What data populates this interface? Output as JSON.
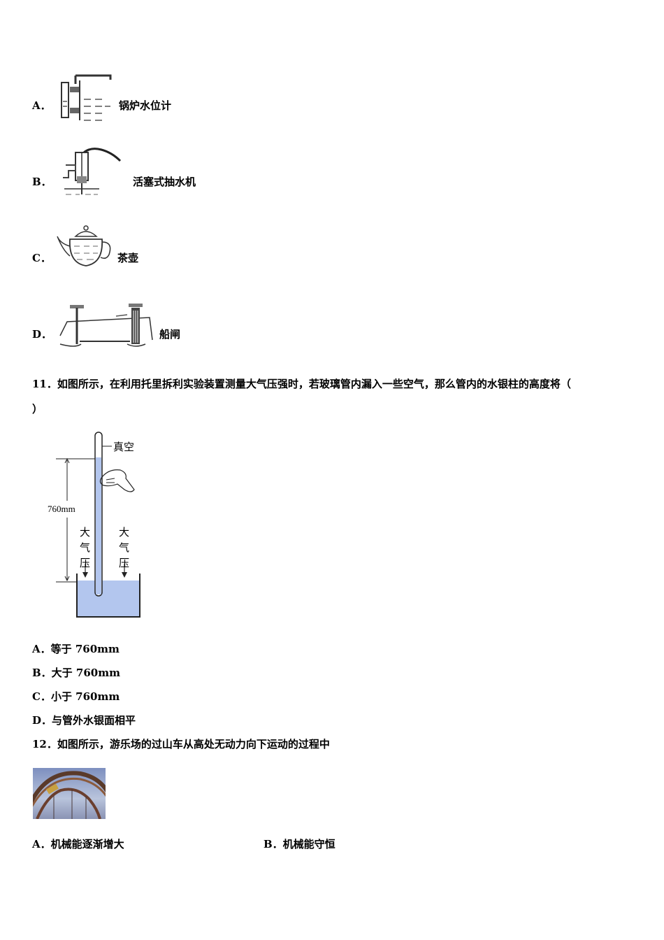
{
  "q10": {
    "options": [
      {
        "letter": "A．",
        "caption": "锅炉水位计",
        "icon": "boiler-gauge-figure"
      },
      {
        "letter": "B．",
        "caption": "活塞式抽水机",
        "icon": "piston-pump-figure"
      },
      {
        "letter": "C．",
        "caption": "茶壶",
        "icon": "teapot-figure"
      },
      {
        "letter": "D．",
        "caption": "船闸",
        "icon": "ship-lock-figure"
      }
    ]
  },
  "q11": {
    "line1": "11．如图所示，在利用托里拆利实验装置测量大气压强时，若玻璃管内漏入一些空气，那么管内的水银柱的高度将（",
    "line2": "）",
    "figure": {
      "vacuum": "真空",
      "height": "760mm",
      "atm_left": [
        "大",
        "气",
        "压"
      ],
      "atm_right": [
        "大",
        "气",
        "压"
      ]
    },
    "choices": [
      "A．等于 760mm",
      "B．大于 760mm",
      "C．小于 760mm",
      "D．与管外水银面相平"
    ]
  },
  "q12": {
    "stem": "12．如图所示，游乐场的过山车从高处无动力向下运动的过程中",
    "choices": [
      "A．机械能逐渐增大",
      "B．机械能守恒"
    ]
  }
}
